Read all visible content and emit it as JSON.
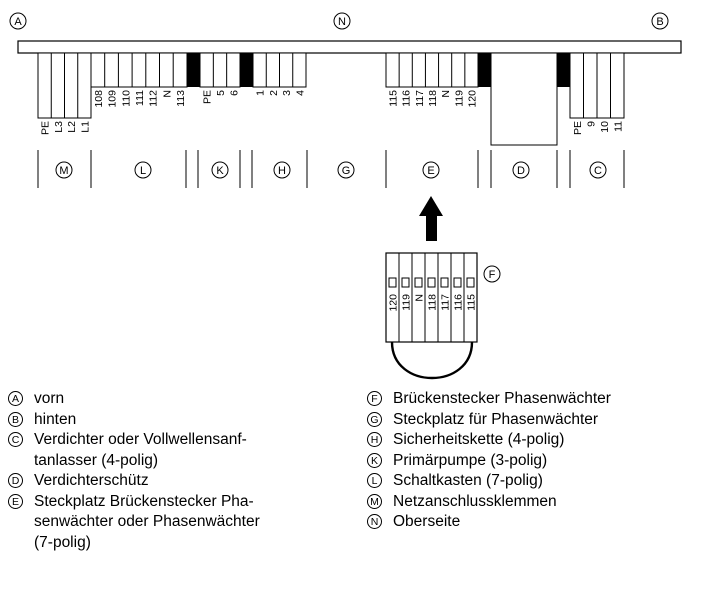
{
  "markers": {
    "A": "A",
    "B": "B",
    "N": "N",
    "F": "F",
    "M": "M",
    "L": "L",
    "K": "K",
    "H": "H",
    "G": "G",
    "E": "E",
    "D": "D",
    "C": "C"
  },
  "terminals": {
    "M": [
      "PE",
      "L3",
      "L2",
      "L1"
    ],
    "L": [
      "108",
      "109",
      "110",
      "111",
      "112",
      "N",
      "113"
    ],
    "K": [
      "PE",
      "5",
      "6"
    ],
    "H": [
      "1",
      "2",
      "3",
      "4"
    ],
    "E": [
      "115",
      "116",
      "117",
      "118",
      "N",
      "119",
      "120"
    ],
    "C": [
      "PE",
      "9",
      "10",
      "11"
    ]
  },
  "bridge_plug": {
    "pins": [
      "120",
      "119",
      "N",
      "118",
      "117",
      "116",
      "115"
    ]
  },
  "legend": {
    "left": [
      {
        "key": "A",
        "text": "vorn"
      },
      {
        "key": "B",
        "text": "hinten"
      },
      {
        "key": "C",
        "text": "Verdichter oder Vollwellensanf-\ntanlasser (4-polig)"
      },
      {
        "key": "D",
        "text": "Verdichterschütz"
      },
      {
        "key": "E",
        "text": "Steckplatz Brückenstecker Pha-\nsenwächter oder Phasenwächter\n(7-polig)"
      }
    ],
    "right": [
      {
        "key": "F",
        "text": "Brückenstecker Phasenwächter"
      },
      {
        "key": "G",
        "text": "Steckplatz für Phasenwächter"
      },
      {
        "key": "H",
        "text": "Sicherheitskette (4-polig)"
      },
      {
        "key": "K",
        "text": "Primärpumpe (3-polig)"
      },
      {
        "key": "L",
        "text": "Schaltkasten (7-polig)"
      },
      {
        "key": "M",
        "text": "Netzanschlussklemmen"
      },
      {
        "key": "N",
        "text": "Oberseite"
      }
    ]
  }
}
